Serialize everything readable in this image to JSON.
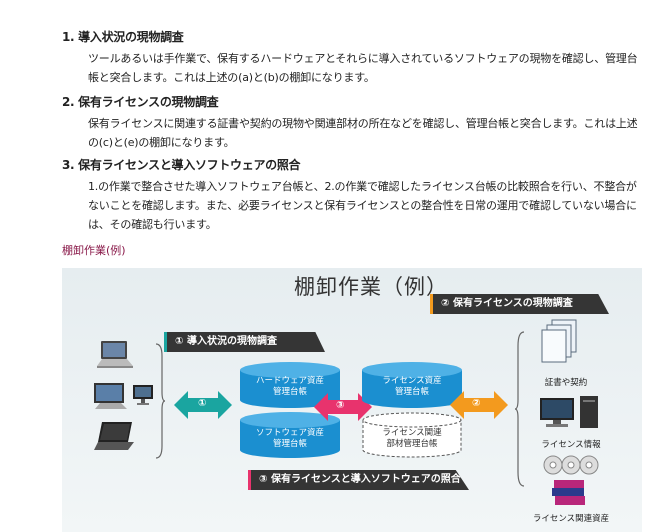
{
  "sections": [
    {
      "title": "1. 導入状況の現物調査",
      "body": "ツールあるいは手作業で、保有するハードウェアとそれらに導入されているソフトウェアの現物を確認し、管理台帳と突合します。これは上述の(a)と(b)の棚卸になります。"
    },
    {
      "title": "2. 保有ライセンスの現物調査",
      "body": "保有ライセンスに関連する証書や契約の現物や関連部材の所在などを確認し、管理台帳と突合します。これは上述の(c)と(e)の棚卸になります。"
    },
    {
      "title": "3. 保有ライセンスと導入ソフトウェアの照合",
      "body": "1.の作業で整合させた導入ソフトウェア台帳と、2.の作業で確認したライセンス台帳の比較照合を行い、不整合がないことを確認します。また、必要ライセンスと保有ライセンスとの整合性を日常の運用で確認していない場合には、その確認も行います。"
    }
  ],
  "caption": "棚卸作業(例)",
  "diagram": {
    "title": "棚卸作業（例）",
    "banner1": "① 導入状況の現物調査",
    "banner2": "② 保有ライセンスの現物調査",
    "banner3": "③ 保有ライセンスと導入ソフトウェアの照合",
    "db_hw": [
      "ハードウェア資産",
      "管理台帳"
    ],
    "db_sw": [
      "ソフトウェア資産",
      "管理台帳"
    ],
    "db_lic": [
      "ライセンス資産",
      "管理台帳"
    ],
    "db_parts": [
      "ライセンス関連",
      "部材管理台帳"
    ],
    "arrow1": "①",
    "arrow2": "②",
    "arrow3": "③",
    "label_docs": "証書や契約",
    "label_info": "ライセンス情報",
    "label_assets": "ライセンス関連資産",
    "colors": {
      "teal": "#1aa5a0",
      "orange": "#f39a1e",
      "pink": "#e8336d",
      "cylinder": "#1b8fd0"
    }
  }
}
